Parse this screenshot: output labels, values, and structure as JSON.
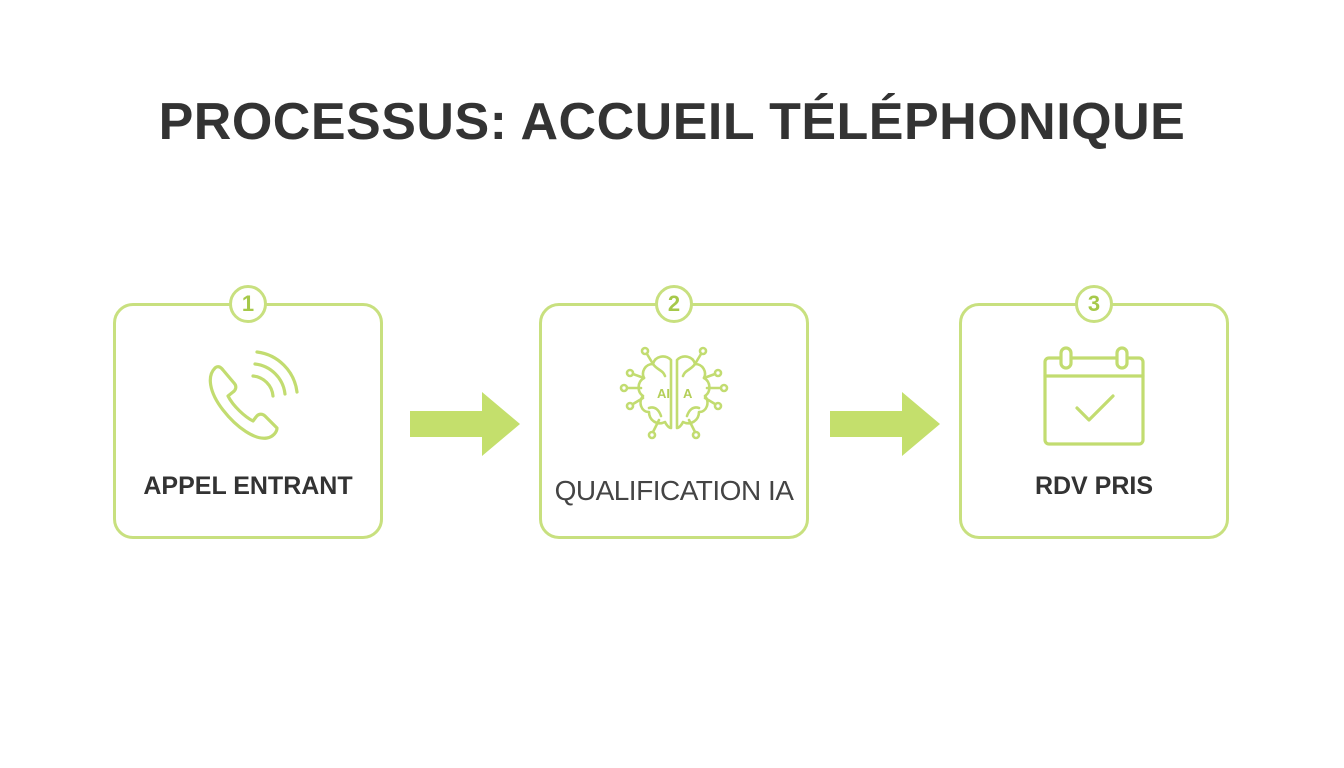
{
  "title": "PROCESSUS: ACCUEIL TÉLÉPHONIQUE",
  "accent_color": "#c8e07f",
  "steps": [
    {
      "number": "1",
      "label": "APPEL ENTRANT",
      "icon": "phone-ringing-icon"
    },
    {
      "number": "2",
      "label": "QUALIFICATION  IA",
      "icon": "ai-brain-icon",
      "icon_text": [
        "AI",
        "A"
      ]
    },
    {
      "number": "3",
      "label": "RDV PRIS",
      "icon": "calendar-check-icon"
    }
  ]
}
